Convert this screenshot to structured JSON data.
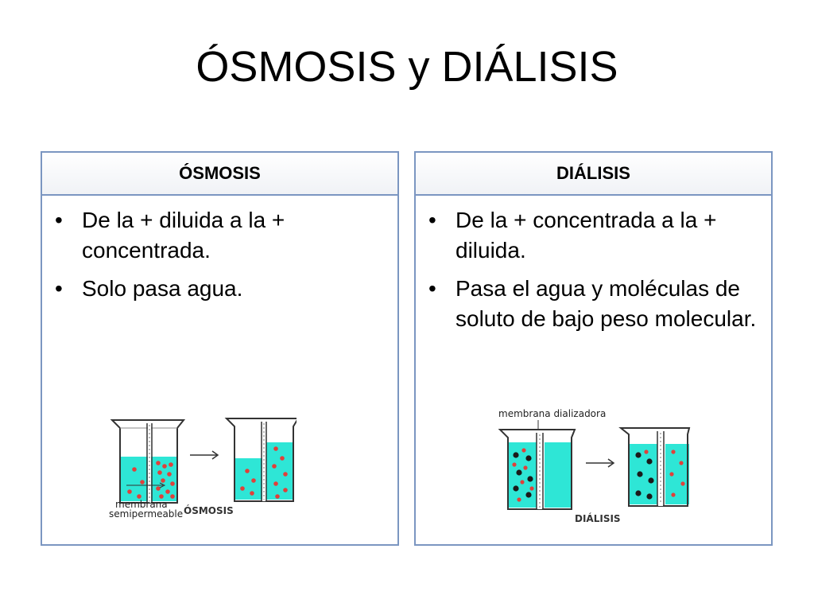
{
  "title": "ÓSMOSIS  y DIÁLISIS",
  "osmosis": {
    "header": "ÓSMOSIS",
    "bullets": [
      "De la + diluida a la + concentrada.",
      "Solo pasa agua."
    ],
    "figure": {
      "caption": "ÓSMOSIS",
      "membrane_label_1": "membrana",
      "membrane_label_2": "semipermeable"
    }
  },
  "dialisis": {
    "header": "DIÁLISIS",
    "bullets": [
      "De la + concentrada a la + diluida.",
      "Pasa el agua y moléculas de soluto de bajo peso molecular."
    ],
    "figure": {
      "caption": "DIÁLISIS",
      "membrane_label": "membrana dializadora"
    }
  },
  "colors": {
    "border": "#7b96c1",
    "water": "#2ee6d6",
    "solute_red": "#e0403a",
    "solute_dark": "#1a1a1a"
  }
}
